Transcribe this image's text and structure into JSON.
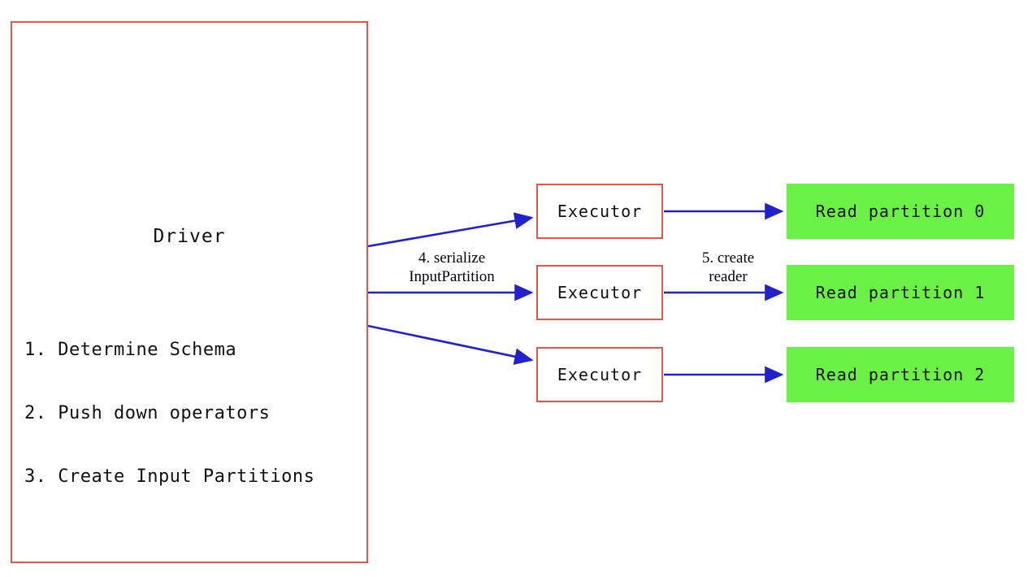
{
  "diagram": {
    "title_text": "Driver",
    "driver": {
      "label": "Driver",
      "steps": [
        "1. Determine Schema",
        "2. Push down operators",
        "3. Create Input Partitions"
      ]
    },
    "executors": [
      {
        "label": "Executor"
      },
      {
        "label": "Executor"
      },
      {
        "label": "Executor"
      }
    ],
    "partitions": [
      {
        "label": "Read partition 0"
      },
      {
        "label": "Read partition 1"
      },
      {
        "label": "Read partition 2"
      }
    ],
    "edge_labels": {
      "serialize": "4. serialize\nInputPartition",
      "serialize_line_1": "4. serialize",
      "serialize_line_2": "InputPartition",
      "create_reader_line_1": "5. create",
      "create_reader_line_2": "reader"
    },
    "colors": {
      "box_border_red": "#e8554a",
      "partition_green": "#6bf046",
      "arrow_blue": "#2222cc",
      "text_black": "#111111",
      "background": "#ffffff"
    }
  }
}
